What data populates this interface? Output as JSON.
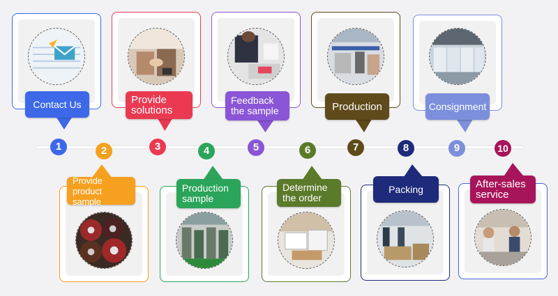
{
  "steps": [
    {
      "number": "1",
      "label": "Contact Us",
      "color": "#3d68e8",
      "icon": "email-envelope-icon"
    },
    {
      "number": "2",
      "label": "Provide product sample",
      "color": "#f6a01f",
      "icon": "abrasive-discs-photo"
    },
    {
      "number": "3",
      "label": "Provide solutions",
      "color": "#ea3a52",
      "icon": "handshake-photo"
    },
    {
      "number": "4",
      "label": "Production sample",
      "color": "#2aa55a",
      "icon": "factory-machinery-photo"
    },
    {
      "number": "5",
      "label": "Feedback the sample",
      "color": "#8a55d6",
      "icon": "business-meeting-photo"
    },
    {
      "number": "6",
      "label": "Determine the order",
      "color": "#5b7a2a",
      "icon": "order-documents-photo"
    },
    {
      "number": "7",
      "label": "Production",
      "color": "#5e4a1a",
      "icon": "production-line-photo"
    },
    {
      "number": "8",
      "label": "Packing",
      "color": "#1e2a7a",
      "icon": "packing-warehouse-photo"
    },
    {
      "number": "9",
      "label": "Consignment",
      "color": "#7b8fdc",
      "icon": "shipping-pallets-photo"
    },
    {
      "number": "10",
      "label": "After-sales service",
      "color": "#a8145a",
      "icon": "customer-service-photo"
    }
  ]
}
